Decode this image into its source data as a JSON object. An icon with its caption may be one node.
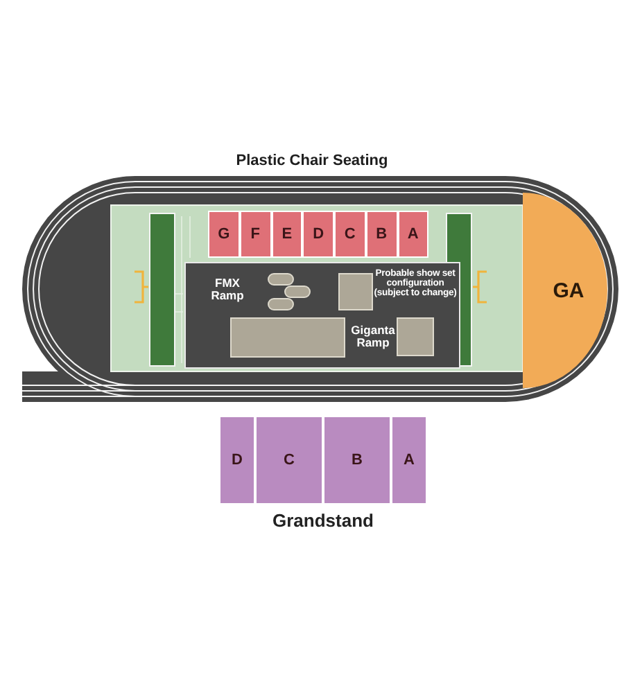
{
  "diagram": {
    "nodes": [
      {
        "text": [
          "G"
        ]
      },
      {
        "text": [
          "F"
        ]
      },
      {
        "text": [
          "E"
        ]
      },
      {
        "text": [
          "D"
        ]
      },
      {
        "text": [
          "C"
        ]
      },
      {
        "text": [
          "B"
        ]
      },
      {
        "text": [
          "A"
        ]
      },
      {
        "text": [
          "FMX Ramp",
          "Probable show set configuration (subject to change)",
          "Giganta Ramp"
        ]
      },
      {
        "text": [],
        "shape": "bar",
        "in": 7
      },
      {
        "text": [],
        "shape": "bar",
        "in": 7
      },
      {
        "text": [],
        "shape": "bar",
        "in": 7
      },
      {
        "text": [],
        "shape": "box",
        "in": 7
      },
      {
        "text": [],
        "shape": "box",
        "in": 7
      },
      {
        "text": [],
        "shape": "box",
        "in": 7
      },
      {
        "text": [
          "GA"
        ]
      },
      {
        "text": [
          "Grandstand"
        ]
      },
      {
        "text": [
          "D"
        ],
        "in": 15
      },
      {
        "text": [
          "C"
        ],
        "in": 15
      },
      {
        "text": [
          "B"
        ],
        "in": 15
      },
      {
        "text": [
          "A"
        ],
        "in": 15
      }
    ],
    "labels": [
      "Plastic Chair Seating"
    ]
  }
}
